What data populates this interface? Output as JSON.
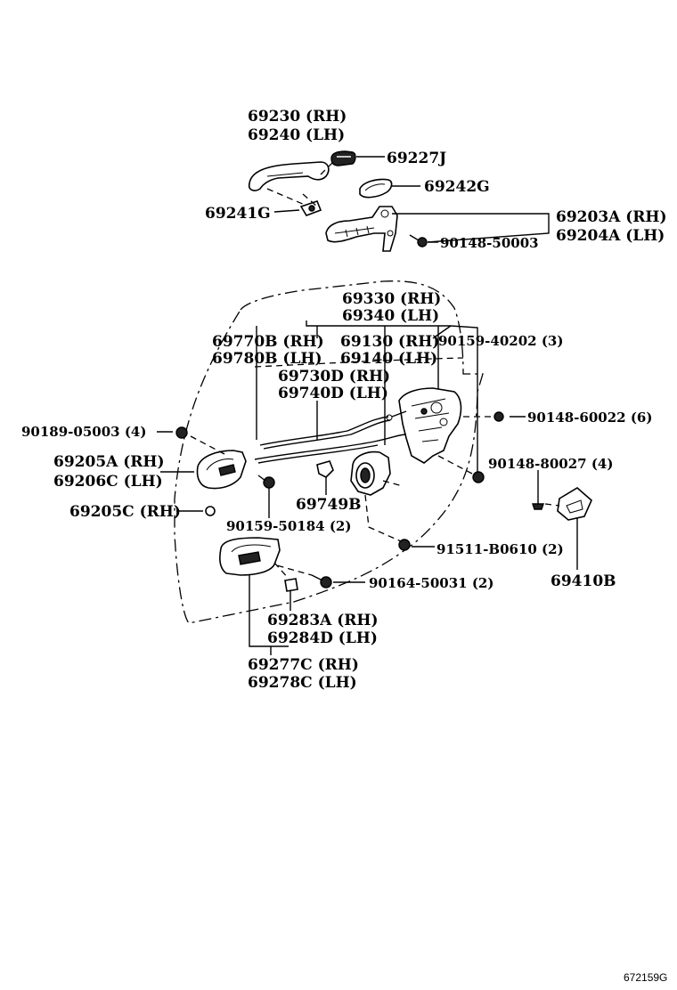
{
  "labels": {
    "p69230": "69230 (RH)",
    "p69240": "69240 (LH)",
    "p69227J": "69227J",
    "p69242G": "69242G",
    "p69241G": "69241G",
    "p69203A": "69203A (RH)",
    "p69204A": "69204A (LH)",
    "p90148_50003": "90148-50003",
    "p69330": "69330 (RH)",
    "p69340": "69340 (LH)",
    "p69770B": "69770B (RH)",
    "p69780B": "69780B (LH)",
    "p69130": "69130 (RH)",
    "p69140": "69140 (LH)",
    "p90159_40202": "90159-40202 (3)",
    "p69730D": "69730D (RH)",
    "p69740D": "69740D (LH)",
    "p90189_05003": "90189-05003 (4)",
    "p90148_60022": "90148-60022 (6)",
    "p69205A": "69205A (RH)",
    "p69206C": "69206C (LH)",
    "p90148_80027": "90148-80027 (4)",
    "p69205C": "69205C (RH)",
    "p69749B": "69749B",
    "p90159_50184": "90159-50184 (2)",
    "p91511_B0610": "91511-B0610 (2)",
    "p90164_50031": "90164-50031 (2)",
    "p69410B": "69410B",
    "p69283A": "69283A (RH)",
    "p69284D": "69284D (LH)",
    "p69277C": "69277C (RH)",
    "p69278C": "69278C (LH)"
  },
  "figure_code": "672159G"
}
